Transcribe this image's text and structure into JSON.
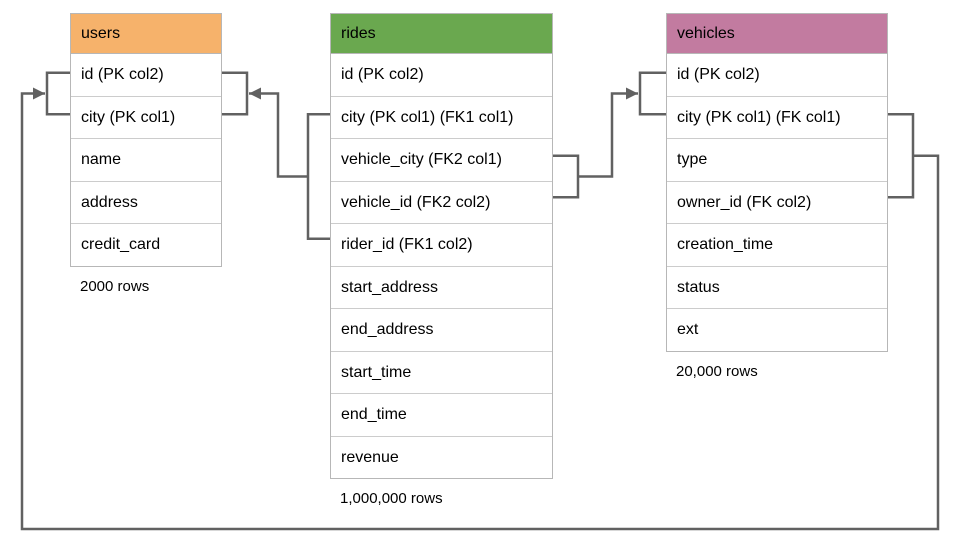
{
  "diagram": {
    "tables": [
      {
        "name": "users",
        "header_color": "#F6B26B",
        "columns": [
          "id (PK col2)",
          "city (PK col1)",
          "name",
          "address",
          "credit_card"
        ],
        "row_count": "2000 rows"
      },
      {
        "name": "rides",
        "header_color": "#6AA84F",
        "columns": [
          "id (PK col2)",
          "city (PK col1) (FK1 col1)",
          "vehicle_city (FK2 col1)",
          "vehicle_id (FK2 col2)",
          "rider_id (FK1 col2)",
          "start_address",
          "end_address",
          "start_time",
          "end_time",
          "revenue"
        ],
        "row_count": "1,000,000 rows"
      },
      {
        "name": "vehicles",
        "header_color": "#C27BA0",
        "columns": [
          "id (PK col2)",
          "city (PK col1) (FK col1)",
          "type",
          "owner_id (FK col2)",
          "creation_time",
          "status",
          "ext"
        ],
        "row_count": "20,000 rows"
      }
    ],
    "relationships": [
      {
        "name": "rides-to-users",
        "from_table": "rides",
        "from_columns": [
          "city (PK col1) (FK1 col1)",
          "rider_id (FK1 col2)"
        ],
        "to_table": "users",
        "to_columns": [
          "id (PK col2)",
          "city (PK col1)"
        ]
      },
      {
        "name": "rides-to-vehicles",
        "from_table": "rides",
        "from_columns": [
          "vehicle_city (FK2 col1)",
          "vehicle_id (FK2 col2)"
        ],
        "to_table": "vehicles",
        "to_columns": [
          "id (PK col2)",
          "city (PK col1) (FK col1)"
        ]
      },
      {
        "name": "vehicles-to-users",
        "from_table": "vehicles",
        "from_columns": [
          "city (PK col1) (FK col1)",
          "owner_id (FK col2)"
        ],
        "to_table": "users",
        "to_columns": [
          "id (PK col2)",
          "city (PK col1)"
        ]
      }
    ],
    "colors": {
      "connector_line": "#616161",
      "table_border": "#b7b7b7",
      "row_separator": "#cccccc",
      "text": "#000000"
    }
  }
}
